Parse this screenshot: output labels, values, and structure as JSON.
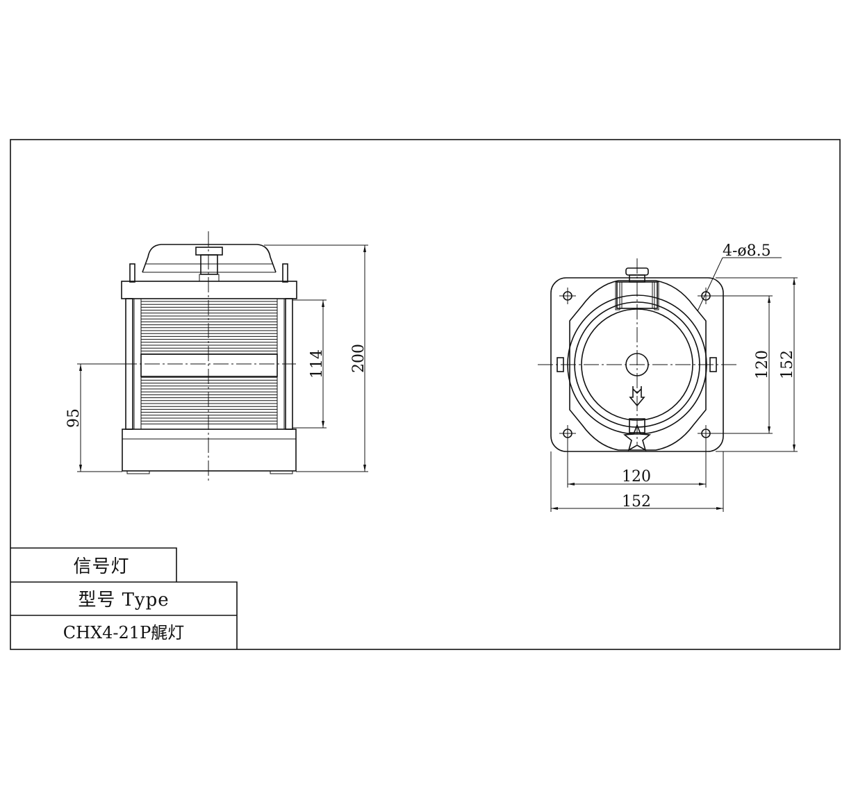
{
  "drawing": {
    "side_view": {
      "dim_height_total": "200",
      "dim_lens_height": "114",
      "dim_center_height": "95"
    },
    "top_view": {
      "dim_holes": "4-ø8.5",
      "dim_inner_horizontal": "120",
      "dim_outer_horizontal": "152",
      "dim_inner_vertical": "120",
      "dim_outer_vertical": "152"
    }
  },
  "title_block": {
    "name": "信号灯",
    "type_label": "型号 Type",
    "model": "CHX4-21P艉灯"
  }
}
